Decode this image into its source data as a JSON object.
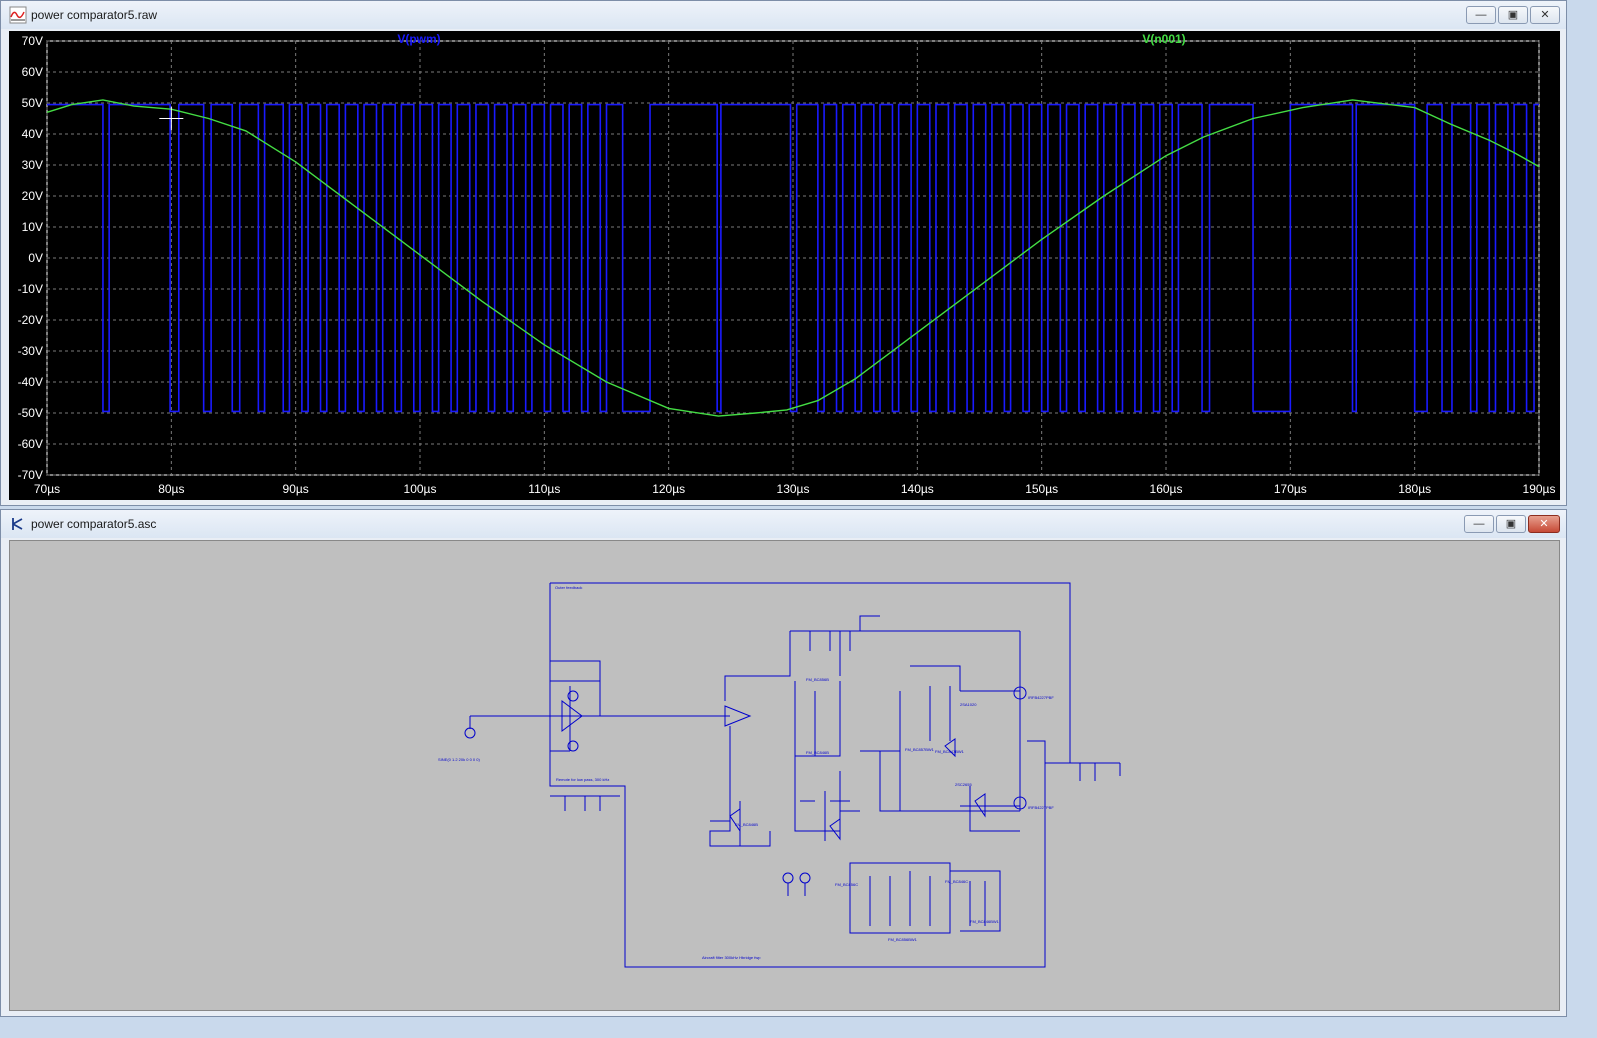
{
  "waveform_window": {
    "title": "power comparator5.raw",
    "icon": "waveform-icon",
    "buttons": [
      "minimize",
      "maximize",
      "close"
    ],
    "traces": [
      {
        "name": "V(pwm)",
        "color": "#1a1aff"
      },
      {
        "name": "V(n001)",
        "color": "#44dd44"
      }
    ],
    "background_color": "#000000",
    "grid_color": "#7a7a7a"
  },
  "chart_data": {
    "type": "line",
    "x_unit": "µs",
    "xlim": [
      70,
      190
    ],
    "ylim": [
      -70,
      70
    ],
    "x_ticks": [
      "70µs",
      "80µs",
      "90µs",
      "100µs",
      "110µs",
      "120µs",
      "130µs",
      "140µs",
      "150µs",
      "160µs",
      "170µs",
      "180µs",
      "190µs"
    ],
    "y_ticks": [
      "70V",
      "60V",
      "50V",
      "40V",
      "30V",
      "20V",
      "10V",
      "0V",
      "-10V",
      "-20V",
      "-30V",
      "-40V",
      "-50V",
      "-60V",
      "-70V"
    ],
    "legend": [
      "V(pwm)",
      "V(n001)"
    ],
    "grid": true,
    "series": [
      {
        "name": "V(n001)",
        "color": "#44dd44",
        "x": [
          70,
          72,
          74.5,
          77,
          80,
          83,
          86,
          90,
          95,
          100,
          105,
          110,
          115,
          120,
          124,
          127,
          129.5,
          132,
          135,
          140,
          145,
          150,
          155,
          160,
          163,
          167,
          171,
          175,
          178,
          180,
          183,
          186,
          188,
          190
        ],
        "y": [
          47,
          49.5,
          51,
          49,
          48,
          45,
          41,
          31,
          16,
          1,
          -14,
          -28,
          -40,
          -48.5,
          -51,
          -50,
          -49,
          -46,
          -39,
          -24,
          -9,
          6,
          20,
          33,
          39,
          45,
          48.5,
          51,
          49.5,
          48.5,
          43,
          38,
          34,
          29.5
        ]
      },
      {
        "name": "V(pwm)",
        "color": "#1a1aff",
        "high": 49.5,
        "low": -49.5,
        "pulse_edges_low_to_high": [
          70,
          75,
          80.6,
          83.2,
          85.5,
          87.5,
          89.5,
          91,
          92.5,
          94,
          95.5,
          97,
          98.5,
          100,
          101.5,
          103,
          104.5,
          106,
          107.5,
          109,
          110.5,
          112,
          113.5,
          115,
          118.5,
          124.2,
          130.3,
          132.5,
          134,
          135.5,
          137,
          138.5,
          140,
          141.5,
          143,
          144.5,
          146,
          147.5,
          149,
          150.5,
          152,
          153.5,
          155,
          156.5,
          158,
          159.5,
          161,
          163.5,
          170,
          175.3,
          181,
          183,
          185,
          186.5,
          188,
          189.6
        ],
        "pulse_edges_high_to_low": [
          74.5,
          79.9,
          82.6,
          84.9,
          87,
          89,
          90.5,
          92,
          93.5,
          95,
          96.5,
          98,
          99.5,
          101,
          102.5,
          104,
          105.5,
          107,
          108.5,
          110,
          111.5,
          113,
          114.5,
          116.3,
          123.9,
          129.8,
          132,
          133.5,
          135,
          136.5,
          138,
          139.5,
          141,
          142.5,
          144,
          145.5,
          147,
          148.5,
          150,
          151.5,
          153,
          154.5,
          156,
          157.5,
          159,
          160.5,
          162.9,
          167,
          175,
          180,
          182.2,
          184.5,
          186,
          187.5,
          189
        ]
      }
    ]
  },
  "schematic_window": {
    "title": "power comparator5.asc",
    "icon": "schematic-icon",
    "buttons": [
      "minimize",
      "maximize",
      "close"
    ],
    "labels": {
      "outer_feedback": "Outer feedback",
      "source_note": "SINE(0 1.2 20k 0 0 0 0)",
      "remote_note": "Remote for low pass, 300 kHz",
      "bottom_note": "Aircraft filter 300kHz Hbridge fwp",
      "q_vas": "FM_BC846B",
      "q_out_hi": "IRFB4227PBF",
      "q_out_lo": "IRFB4227PBF",
      "q_pair": "FM_BC856B",
      "q_diff": "FM_BC846B",
      "q_drv1": "2SA1020",
      "q_drv2": "2SC2655",
      "q_small1": "FM_BC857BW1",
      "q_small2": "FM_BC847BW1",
      "q_bottom1": "FM_BC856C",
      "q_bottom2": "FM_BC846C",
      "q_bottom3": "FM_BC856BW1",
      "q_bottom4": "FM_BC846BW1"
    },
    "wire_color": "#0000cc",
    "background_color": "#bfbfbf"
  }
}
